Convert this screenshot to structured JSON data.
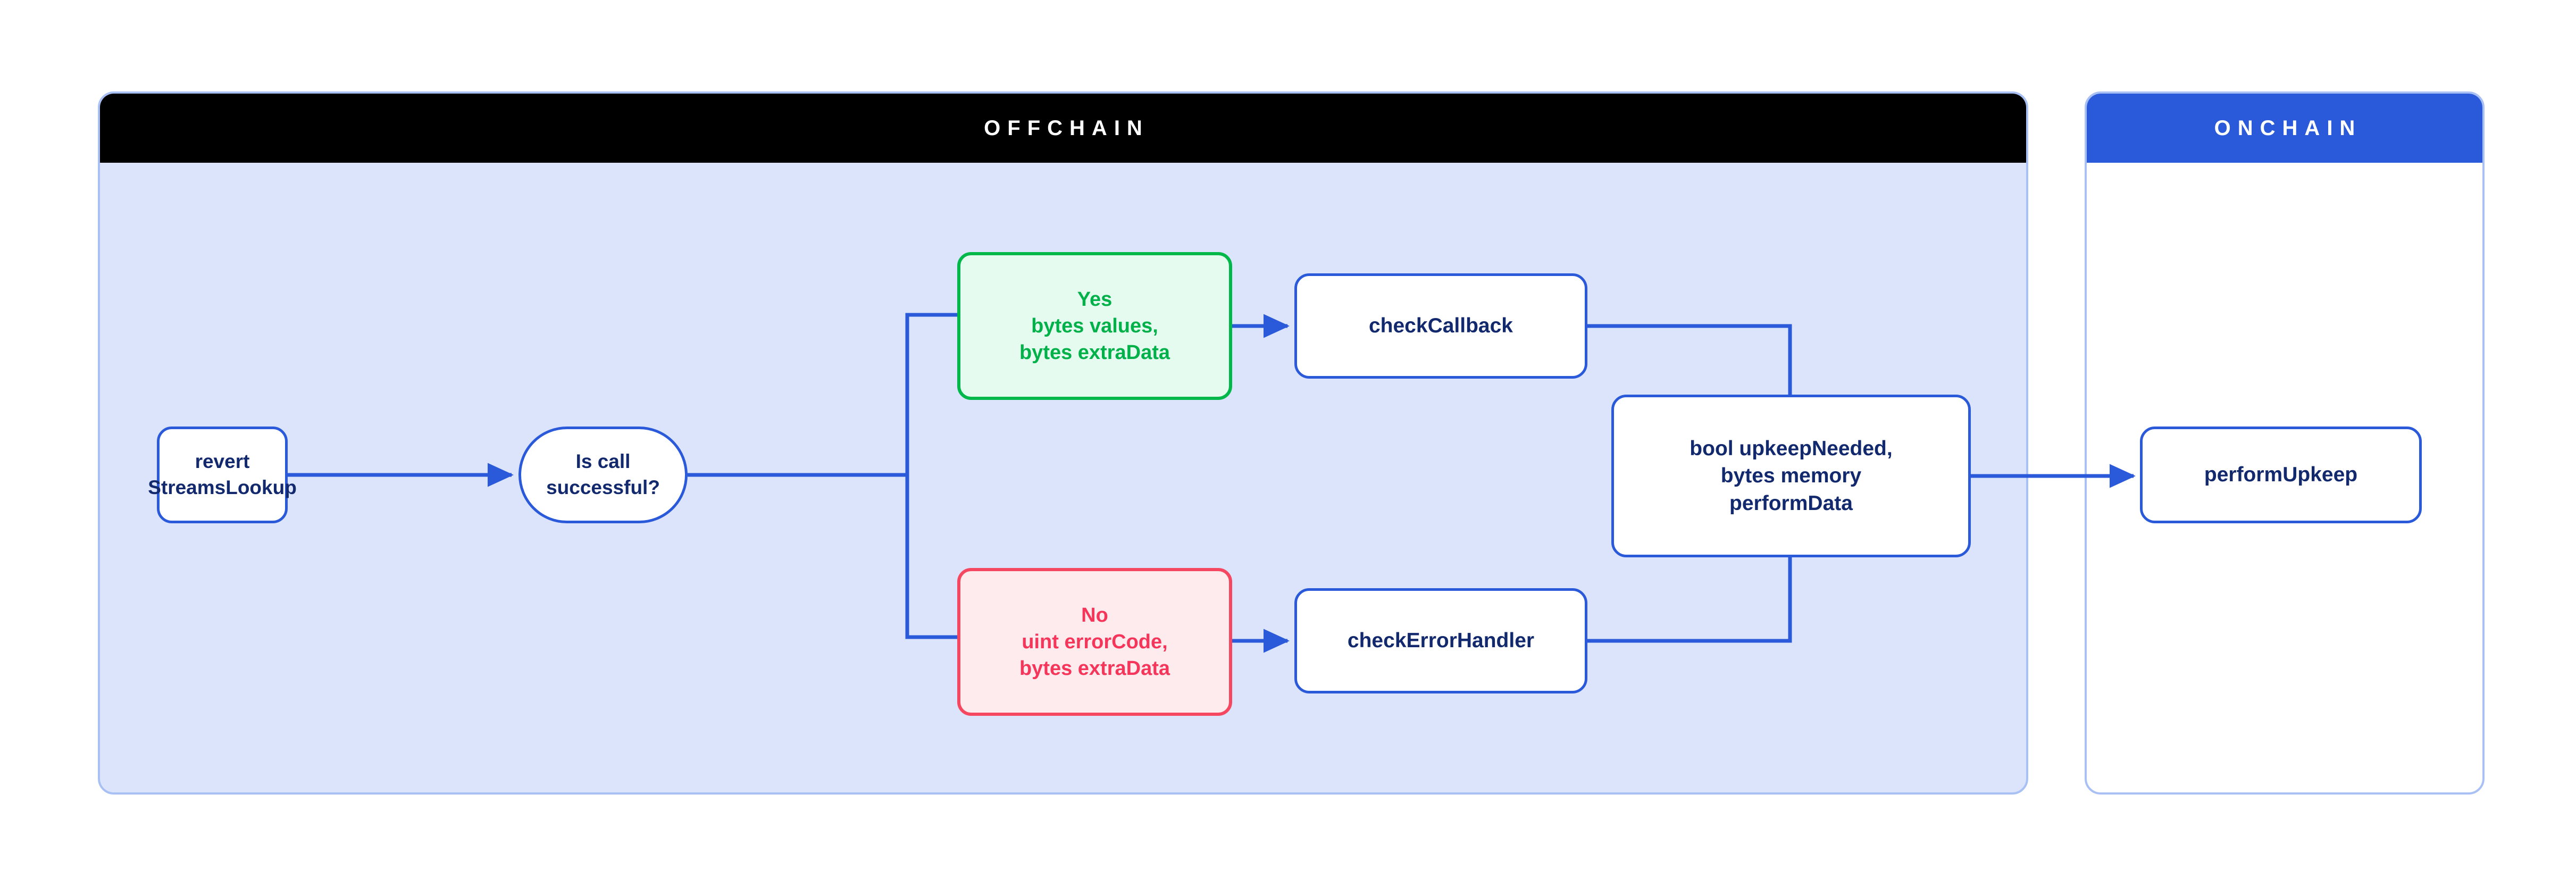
{
  "panels": {
    "offchain": {
      "title": "OFFCHAIN",
      "header_bg": "#000000",
      "body_bg": "#dbe4fa",
      "border": "#a9c0f5"
    },
    "onchain": {
      "title": "ONCHAIN",
      "header_bg": "#2a5ada",
      "body_bg": "#ffffff",
      "border": "#a9c0f5"
    }
  },
  "colors": {
    "blue": "#2a5ada",
    "navy_text": "#13296e",
    "green": "#00b84a",
    "green_fill": "#e6fbef",
    "red": "#f5475f",
    "red_fill": "#fdebee",
    "edge": "#2a5ada"
  },
  "nodes": {
    "revert": {
      "label": "revert\nStreamsLookup",
      "shape": "rounded-rect",
      "zone": "offchain"
    },
    "decision": {
      "label": "Is call successful?",
      "shape": "pill",
      "zone": "offchain"
    },
    "yes": {
      "label": "Yes\nbytes values,\nbytes extraData",
      "shape": "rounded-rect",
      "zone": "offchain",
      "accent": "green"
    },
    "no": {
      "label": "No\nuint errorCode,\nbytes extraData",
      "shape": "rounded-rect",
      "zone": "offchain",
      "accent": "red"
    },
    "check_callback": {
      "label": "checkCallback",
      "shape": "rounded-rect",
      "zone": "offchain"
    },
    "check_error_handler": {
      "label": "checkErrorHandler",
      "shape": "rounded-rect",
      "zone": "offchain"
    },
    "merge": {
      "label": "bool upkeepNeeded,\nbytes memory\nperformData",
      "shape": "rounded-rect",
      "zone": "offchain"
    },
    "perform_upkeep": {
      "label": "performUpkeep",
      "shape": "rounded-rect",
      "zone": "onchain"
    }
  },
  "edges": [
    {
      "from": "revert",
      "to": "decision",
      "arrow": true
    },
    {
      "from": "decision",
      "to": "yes",
      "arrow": false
    },
    {
      "from": "decision",
      "to": "no",
      "arrow": false
    },
    {
      "from": "yes",
      "to": "check_callback",
      "arrow": true
    },
    {
      "from": "no",
      "to": "check_error_handler",
      "arrow": true
    },
    {
      "from": "check_callback",
      "to": "merge",
      "arrow": false
    },
    {
      "from": "check_error_handler",
      "to": "merge",
      "arrow": false
    },
    {
      "from": "merge",
      "to": "perform_upkeep",
      "arrow": true
    }
  ]
}
